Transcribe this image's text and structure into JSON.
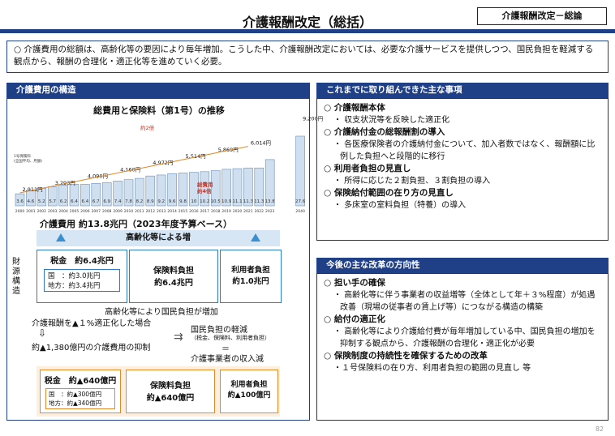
{
  "page": {
    "title": "介護報酬改定（総括）",
    "tag": "介護報酬改定－総論",
    "intro": "○ 介護費用の総額は、高齢化等の要因により毎年増加。こうした中、介護報酬改定においては、必要な介護サービスを提供しつつ、国民負担を軽減する観点から、報酬の合理化・適正化等を進めていく必要。",
    "page_number": "82"
  },
  "left": {
    "header": "介護費用の構造",
    "chart_title": "総費用と保険料（第1号）の推移",
    "note_2x": "約2倍",
    "note_4x": "総費用\n約4倍",
    "first_label": "1号保険料\n(全国平均、月額)",
    "total_cost": "介護費用 約13.8兆円（2023年度予算ベース）",
    "aging_increase": "高齢化等による増",
    "source_label": "財源構造",
    "tax": "税金　約6.4兆円",
    "tax_nat": "国　：約3.0兆円",
    "tax_local": "地方：約3.4兆円",
    "premium": "保険料負担\n約6.4兆円",
    "user": "利用者負担\n約1.0兆円",
    "burden_increase": "高齢化等により国民負担が増加",
    "optimize_case": "介護報酬を▲１%適正化した場合",
    "suppress": "約▲1,380億円の介護費用の抑制",
    "reduce": "国民負担の軽減",
    "reduce_sub": "（税金、保険料、利用者負担）",
    "eq": "＝",
    "income_drop": "介護事業者の収入減",
    "tax2": "税金　約▲640億円",
    "tax2_nat": "国　：約▲300億円",
    "tax2_local": "地方：約▲340億円",
    "premium2": "保険料負担\n約▲640億円",
    "user2": "利用者負担\n約▲100億円"
  },
  "right": {
    "header1": "これまでに取り組んできた主な事項",
    "items1": [
      {
        "title": "○ 介護報酬本体",
        "subs": [
          "・ 収支状況等を反映した適正化"
        ]
      },
      {
        "title": "○ 介護納付金の総報酬割の導入",
        "subs": [
          "・ 各医療保険者の介護納付金について、加入者数ではなく、報酬額に比例した負担へと段階的に移行"
        ]
      },
      {
        "title": "○ 利用者負担の見直し",
        "subs": [
          "・ 所得に応じた２割負担、３割負担の導入"
        ]
      },
      {
        "title": "○ 保険給付範囲の在り方の見直し",
        "subs": [
          "・ 多床室の室料負担（特養）の導入"
        ]
      }
    ],
    "header2": "今後の主な改革の方向性",
    "items2": [
      {
        "title": "○ 担い手の確保",
        "subs": [
          "・ 高齢化等に伴う事業者の収益増等（全体として年＋３%程度）が処遇改善（現場の従事者の賃上げ等）につながる構造の構築"
        ]
      },
      {
        "title": "○ 給付の適正化",
        "subs": [
          "・ 高齢化等により介護給付費が毎年増加している中、国民負担の増加を抑制する観点から、介護報酬の合理化・適正化が必要"
        ]
      },
      {
        "title": "○ 保険制度の持続性を確保するための改革",
        "subs": [
          "・１号保険料の在り方、利用者負担の範囲の見直し 等"
        ]
      }
    ]
  },
  "chart_data": {
    "type": "bar",
    "title": "総費用と保険料（第1号）の推移",
    "categories": [
      "2000",
      "2001",
      "2002",
      "2003",
      "2004",
      "2005",
      "2006",
      "2007",
      "2008",
      "2009",
      "2010",
      "2011",
      "2012",
      "2013",
      "2014",
      "2015",
      "2016",
      "2017",
      "2018",
      "2019",
      "2020",
      "2021",
      "2022",
      "2023",
      "2040"
    ],
    "series": [
      {
        "name": "総費用（兆円）",
        "values": [
          3.6,
          4.6,
          5.2,
          5.7,
          6.2,
          6.4,
          6.4,
          6.7,
          6.9,
          7.4,
          7.8,
          8.2,
          8.9,
          9.2,
          9.6,
          9.8,
          10.0,
          10.2,
          10.5,
          10.9,
          11.1,
          11.3,
          11.3,
          13.8,
          27.6
        ]
      }
    ],
    "premium_labels": [
      {
        "period": "2000",
        "value": "2,911円"
      },
      {
        "period": "2003",
        "value": "3,293円"
      },
      {
        "period": "2006",
        "value": "4,090円"
      },
      {
        "period": "2009",
        "value": "4,160円"
      },
      {
        "period": "2012",
        "value": "4,972円"
      },
      {
        "period": "2015",
        "value": "5,514円"
      },
      {
        "period": "2018",
        "value": "5,869円"
      },
      {
        "period": "2021",
        "value": "6,014円"
      },
      {
        "period": "2040",
        "value": "9,200円"
      }
    ]
  }
}
